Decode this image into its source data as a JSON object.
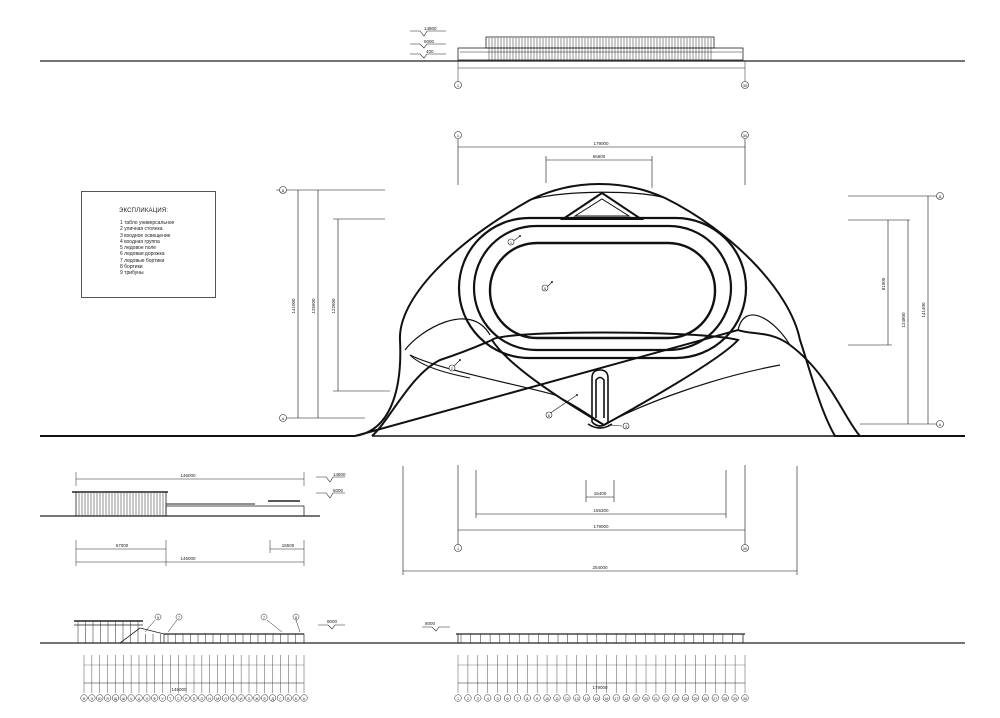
{
  "legend": {
    "title": "ЭКСПЛИКАЦИЯ:",
    "items": [
      "1  табло универсальное",
      "2  уличная стоянка",
      "3  входное освещение",
      "4  входная группа",
      "5  ледовое поле",
      "6  ледовая дорожка",
      "7  ледовые бортики",
      "8  бортики",
      "9  трибуны"
    ]
  },
  "front_elevation": {
    "levels": [
      "14800",
      "6000",
      "400"
    ],
    "axis_left": "1",
    "axis_right": "30"
  },
  "plan": {
    "axis_top_left": "1",
    "axis_top_right": "30",
    "axis_left_top": "Д",
    "axis_left_bottom": "А",
    "axis_right_top": "Д",
    "axis_right_bottom": "А",
    "dim_top_outer": "179000",
    "dim_top_inner": "65600",
    "dim_left_outer": "141000",
    "dim_left_mid": "125600",
    "dim_left_inner": "122600",
    "dim_right_inner": "81900",
    "dim_right_mid": "124800",
    "dim_right_outer": "141400",
    "dim_bottom_small": "16400",
    "dim_bottom_155": "155300",
    "dim_bottom_179": "179000",
    "dim_bottom_total": "254000",
    "axis_bottom_left": "1",
    "axis_bottom_right": "30",
    "markers": [
      "1",
      "5",
      "2",
      "6",
      "3"
    ]
  },
  "side_elevation": {
    "dim_top": "146000",
    "levels": [
      "14800",
      "6000"
    ],
    "dim_a": "57000",
    "dim_b": "15500",
    "dim_total": "146000"
  },
  "section_left": {
    "level": "8000",
    "callouts": [
      "9",
      "7",
      "7",
      "8"
    ],
    "dim_total": "146000",
    "axis_labels": [
      "Ф",
      "Э",
      "Ю",
      "Я",
      "Щ",
      "Ш",
      "Ч",
      "Ц",
      "Х",
      "Ф",
      "У",
      "Т",
      "С",
      "Р",
      "П",
      "О",
      "Н",
      "М",
      "Л",
      "К",
      "И",
      "З",
      "Ж",
      "Е",
      "Д",
      "Г",
      "В",
      "Б",
      "А"
    ]
  },
  "section_right": {
    "level": "8000",
    "dim_total": "179000",
    "axis_labels": [
      "1",
      "2",
      "3",
      "4",
      "5",
      "6",
      "7",
      "8",
      "9",
      "10",
      "11",
      "12",
      "13",
      "14",
      "15",
      "16",
      "17",
      "18",
      "19",
      "20",
      "21",
      "22",
      "23",
      "24",
      "25",
      "26",
      "27",
      "28",
      "29",
      "30"
    ]
  }
}
